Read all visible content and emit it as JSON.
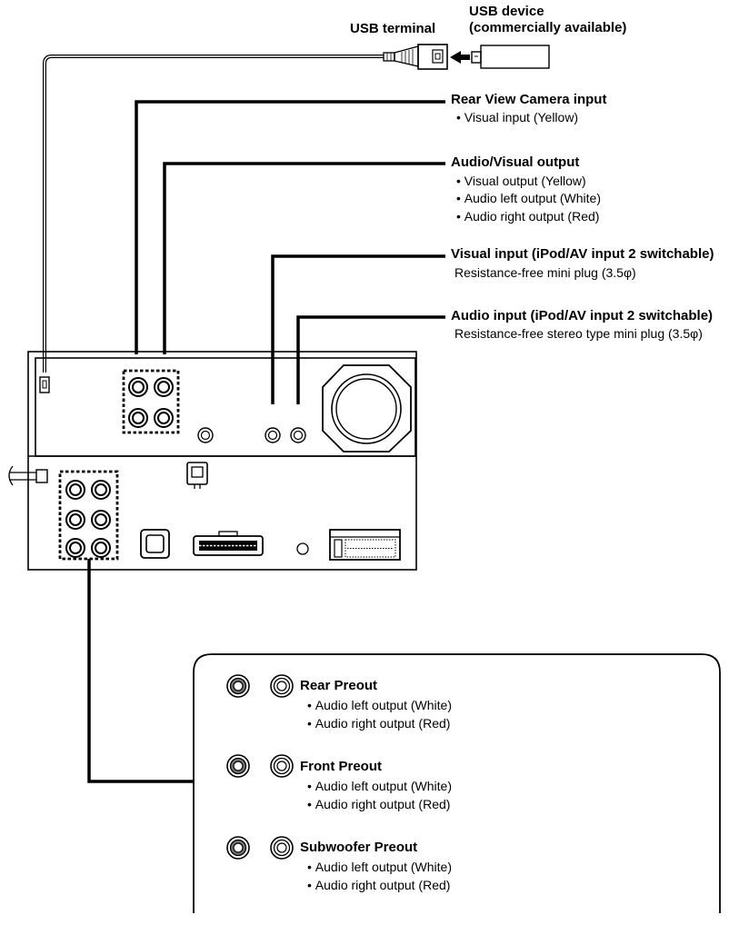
{
  "usb": {
    "terminal_label": "USB terminal",
    "device_label_line1": "USB device",
    "device_label_line2": "(commercially available)"
  },
  "connectors": [
    {
      "title": "Rear View Camera input",
      "lines": [
        "Visual input (Yellow)"
      ],
      "bullets": true
    },
    {
      "title": "Audio/Visual output",
      "lines": [
        "Visual output (Yellow)",
        "Audio left output (White)",
        "Audio right output (Red)"
      ],
      "bullets": true
    },
    {
      "title": "Visual input (iPod/AV input 2 switchable)",
      "lines": [
        "Resistance-free mini plug (3.5φ)"
      ],
      "bullets": false
    },
    {
      "title": "Audio input (iPod/AV input 2 switchable)",
      "lines": [
        "Resistance-free stereo type mini plug (3.5φ)"
      ],
      "bullets": false
    }
  ],
  "preouts": [
    {
      "title": "Rear Preout",
      "lines": [
        "Audio left output (White)",
        "Audio right output (Red)"
      ]
    },
    {
      "title": "Front Preout",
      "lines": [
        "Audio left output (White)",
        "Audio right output (Red)"
      ]
    },
    {
      "title": "Subwoofer Preout",
      "lines": [
        "Audio left output (White)",
        "Audio right output (Red)"
      ]
    }
  ]
}
